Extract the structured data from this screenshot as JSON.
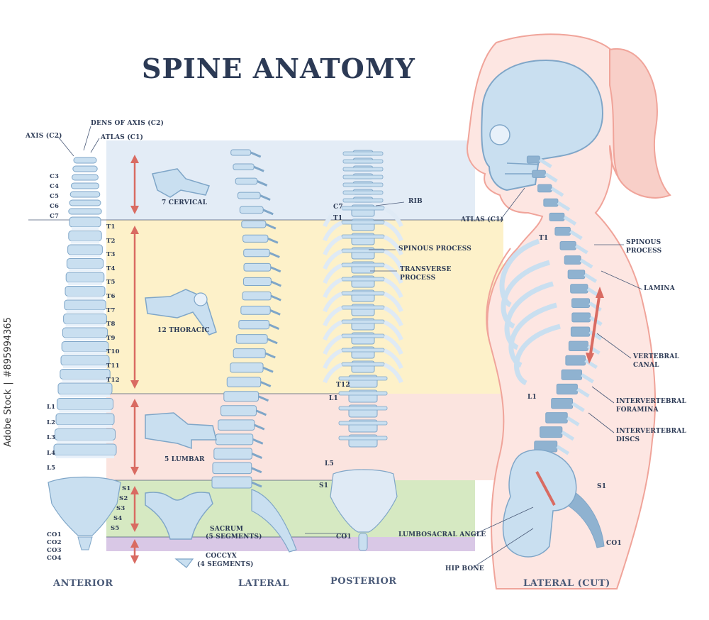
{
  "title": "SPINE ANATOMY",
  "colors": {
    "cervical_band": "#e3ecf6",
    "thoracic_band": "#fdf1c9",
    "lumbar_band": "#fbe4df",
    "sacral_band": "#d6e9c2",
    "coccyx_band": "#d9c8e6",
    "bone": "#c9dff0",
    "bone_dark": "#7fa6c8",
    "arrow": "#d96b62",
    "body_outline": "#f0a49a",
    "body_fill": "#fde6e2",
    "text": "#2c3a55"
  },
  "views": {
    "anterior": "ANTERIOR",
    "lateral": "LATERAL",
    "posterior": "POSTERIOR",
    "lateral_cut": "LATERAL (CUT)"
  },
  "anterior_labels": {
    "dens": "DENS OF AXIS (C2)",
    "axis": "AXIS (C2)",
    "atlas": "ATLAS (C1)",
    "cervical": [
      "C3",
      "C4",
      "C5",
      "C6",
      "C7"
    ],
    "thoracic": [
      "T1",
      "T2",
      "T3",
      "T4",
      "T5",
      "T6",
      "T7",
      "T8",
      "T9",
      "T10",
      "T11",
      "T12"
    ],
    "lumbar": [
      "L1",
      "L2",
      "L3",
      "L4",
      "L5"
    ],
    "sacral": [
      "S1",
      "S2",
      "S3",
      "S4",
      "S5"
    ],
    "coccyx": [
      "CO1",
      "CO2",
      "CO3",
      "CO4"
    ]
  },
  "regions": {
    "cervical": "7 CERVICAL",
    "thoracic": "12 THORACIC",
    "lumbar": "5 LUMBAR",
    "sacrum": "SACRUM",
    "sacrum_sub": "(5 SEGMENTS)",
    "coccyx": "COCCYX",
    "coccyx_sub": "(4 SEGMENTS)"
  },
  "posterior_labels": {
    "c7": "C7",
    "t1": "T1",
    "t12": "T12",
    "l1": "L1",
    "l5": "L5",
    "s1": "S1",
    "co1": "CO1",
    "rib": "RIB",
    "spinous": "SPINOUS PROCESS",
    "transverse": "TRANSVERSE",
    "transverse2": "PROCESS",
    "lumbosacral": "LUMBOSACRAL ANGLE",
    "hip": "HIP BONE"
  },
  "cut_labels": {
    "atlas": "ATLAS (C1)",
    "t1": "T1",
    "l1": "L1",
    "s1": "S1",
    "co1": "CO1",
    "spinous": "SPINOUS",
    "spinous2": "PROCESS",
    "lamina": "LAMINA",
    "canal": "VERTEBRAL",
    "canal2": "CANAL",
    "foramina": "INTERVERTEBRAL",
    "foramina2": "FORAMINA",
    "discs": "INTERVERTEBRAL",
    "discs2": "DISCS"
  },
  "stock": {
    "brand": "Adobe Stock",
    "sep": "|",
    "id": "#895994365"
  }
}
